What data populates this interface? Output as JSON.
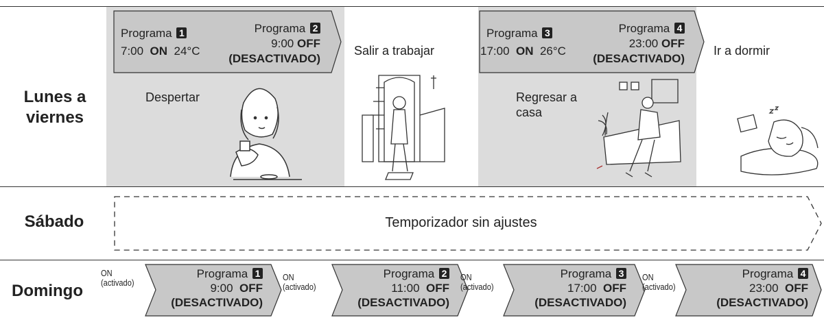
{
  "rows": {
    "weekdays": "Lunes a viernes",
    "saturday": "Sábado",
    "sunday": "Domingo"
  },
  "weekdays": {
    "block1": {
      "p1_label": "Programa",
      "p1_num": "1",
      "p1_time": "7:00",
      "p1_state": "ON",
      "p1_temp": "24°C",
      "p2_label": "Programa",
      "p2_num": "2",
      "p2_time": "9:00",
      "p2_state": "OFF",
      "p2_note": "(DESACTIVADO)",
      "caption": "Despertar"
    },
    "between1": "Salir a trabajar",
    "block2": {
      "p1_label": "Programa",
      "p1_num": "3",
      "p1_time": "17:00",
      "p1_state": "ON",
      "p1_temp": "26°C",
      "p2_label": "Programa",
      "p2_num": "4",
      "p2_time": "23:00",
      "p2_state": "OFF",
      "p2_note": "(DESACTIVADO)",
      "caption_line1": "Regresar a",
      "caption_line2": "casa"
    },
    "between2": "Ir a dormir"
  },
  "saturday": {
    "text": "Temporizador sin ajustes"
  },
  "sunday": {
    "on_word": "ON",
    "on_note": "(activado)",
    "programs": [
      {
        "label": "Programa",
        "num": "1",
        "time": "9:00",
        "state": "OFF",
        "note": "(DESACTIVADO)"
      },
      {
        "label": "Programa",
        "num": "2",
        "time": "11:00",
        "state": "OFF",
        "note": "(DESACTIVADO)"
      },
      {
        "label": "Programa",
        "num": "3",
        "time": "17:00",
        "state": "OFF",
        "note": "(DESACTIVADO)"
      },
      {
        "label": "Programa",
        "num": "4",
        "time": "23:00",
        "state": "OFF",
        "note": "(DESACTIVADO)"
      }
    ]
  },
  "colors": {
    "panel": "#dcdcdc",
    "arrow_fill": "#c8c8c8",
    "line": "#333333"
  }
}
